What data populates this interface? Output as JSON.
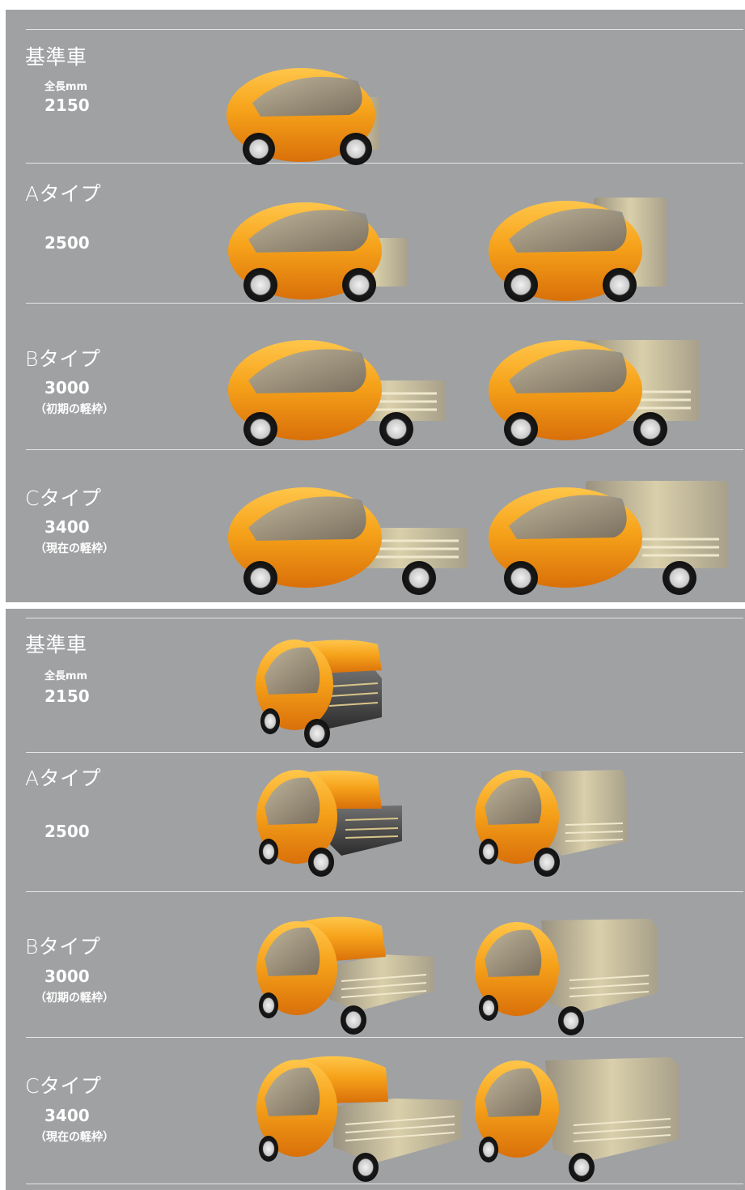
{
  "colors": {
    "panel_bg": "#a0a1a3",
    "body_orange": "#f39a12",
    "box_gold": "#c2b48a",
    "rule": "#e6e6e6"
  },
  "side_view": {
    "sections": [
      {
        "name": "基準車",
        "length_label": "全長mm",
        "length": "2150",
        "note": ""
      },
      {
        "name": "Aタイプ",
        "length_label": "",
        "length": "2500",
        "note": ""
      },
      {
        "name": "Bタイプ",
        "length_label": "",
        "length": "3000",
        "note": "（初期の軽枠）"
      },
      {
        "name": "Cタイプ",
        "length_label": "",
        "length": "3400",
        "note": "（現在の軽枠）"
      }
    ]
  },
  "perspective_view": {
    "sections": [
      {
        "name": "基準車",
        "length_label": "全長mm",
        "length": "2150",
        "note": ""
      },
      {
        "name": "Aタイプ",
        "length_label": "",
        "length": "2500",
        "note": ""
      },
      {
        "name": "Bタイプ",
        "length_label": "",
        "length": "3000",
        "note": "（初期の軽枠）"
      },
      {
        "name": "Cタイプ",
        "length_label": "",
        "length": "3400",
        "note": "（現在の軽枠）"
      }
    ]
  }
}
